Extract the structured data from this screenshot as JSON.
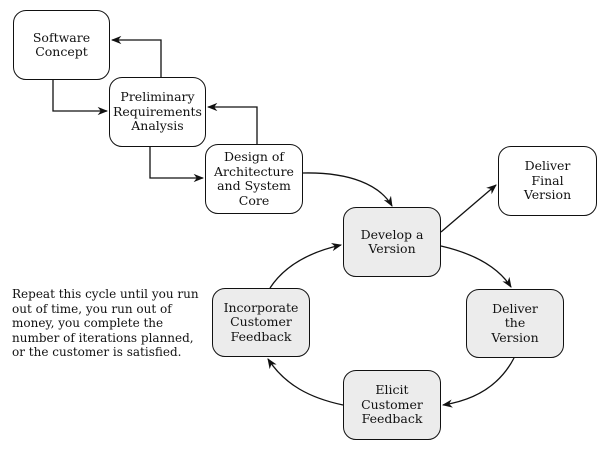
{
  "diagram": {
    "title": "Evolutionary delivery lifecycle",
    "nodes": [
      {
        "id": "software-concept",
        "label": "Software\nConcept",
        "shaded": false
      },
      {
        "id": "preliminary-requirements-analysis",
        "label": "Preliminary\nRequirements\nAnalysis",
        "shaded": false
      },
      {
        "id": "design-architecture-system-core",
        "label": "Design of\nArchitecture\nand System\nCore",
        "shaded": false
      },
      {
        "id": "develop-a-version",
        "label": "Develop a\nVersion",
        "shaded": true
      },
      {
        "id": "deliver-final-version",
        "label": "Deliver\nFinal\nVersion",
        "shaded": false
      },
      {
        "id": "deliver-the-version",
        "label": "Deliver\nthe\nVersion",
        "shaded": true
      },
      {
        "id": "elicit-customer-feedback",
        "label": "Elicit\nCustomer\nFeedback",
        "shaded": true
      },
      {
        "id": "incorporate-customer-feedback",
        "label": "Incorporate\nCustomer\nFeedback",
        "shaded": true
      }
    ],
    "edges": [
      {
        "from": "software-concept",
        "to": "preliminary-requirements-analysis"
      },
      {
        "from": "preliminary-requirements-analysis",
        "to": "software-concept"
      },
      {
        "from": "preliminary-requirements-analysis",
        "to": "design-architecture-system-core"
      },
      {
        "from": "design-architecture-system-core",
        "to": "preliminary-requirements-analysis"
      },
      {
        "from": "design-architecture-system-core",
        "to": "develop-a-version"
      },
      {
        "from": "develop-a-version",
        "to": "deliver-final-version"
      },
      {
        "from": "develop-a-version",
        "to": "deliver-the-version"
      },
      {
        "from": "deliver-the-version",
        "to": "elicit-customer-feedback"
      },
      {
        "from": "elicit-customer-feedback",
        "to": "incorporate-customer-feedback"
      },
      {
        "from": "incorporate-customer-feedback",
        "to": "develop-a-version"
      }
    ],
    "note_lines": [
      "Repeat this cycle until you run",
      "out of time, you run out of",
      "money, you complete the",
      "number of iterations planned,",
      "or the customer is satisfied."
    ],
    "colors": {
      "stroke": "#111111",
      "shaded_fill": "#ececec",
      "background": "#ffffff"
    }
  }
}
